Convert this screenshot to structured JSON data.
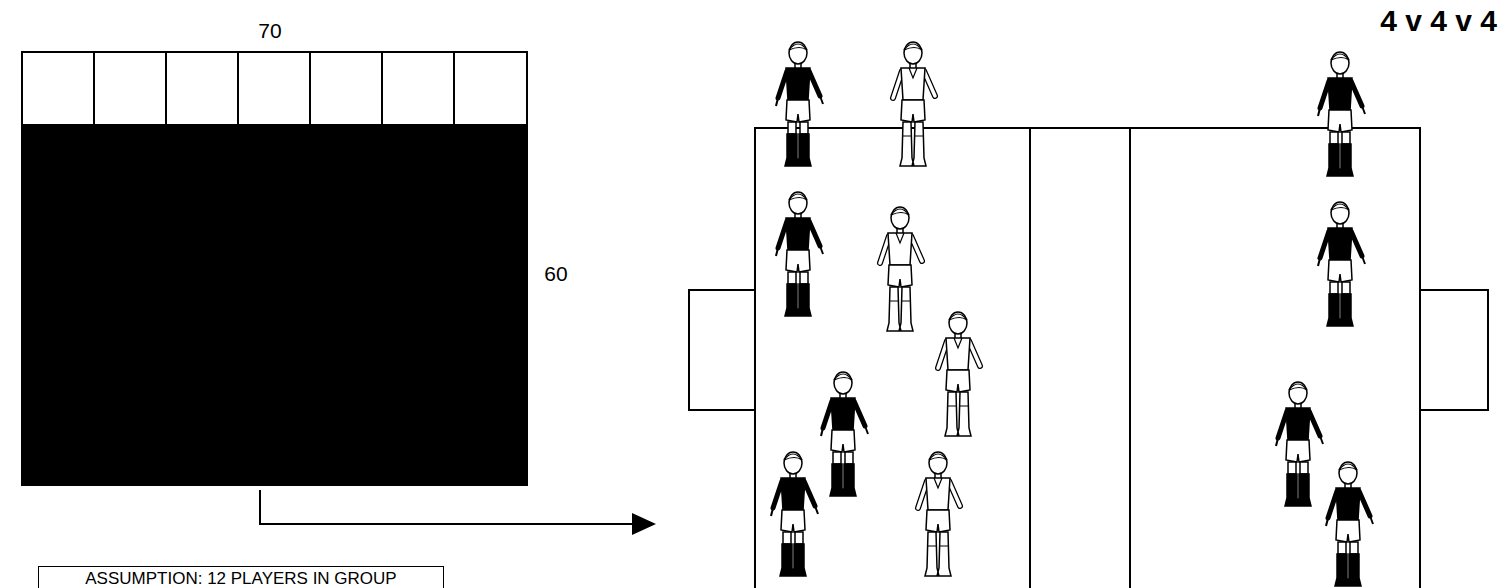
{
  "diagram": {
    "title": "4 v 4 v 4",
    "nodes": [
      {
        "text": [
          "ASSUMPTION: 12 PLAYERS IN GROUP"
        ]
      }
    ],
    "labels": [
      "70",
      "60"
    ]
  }
}
